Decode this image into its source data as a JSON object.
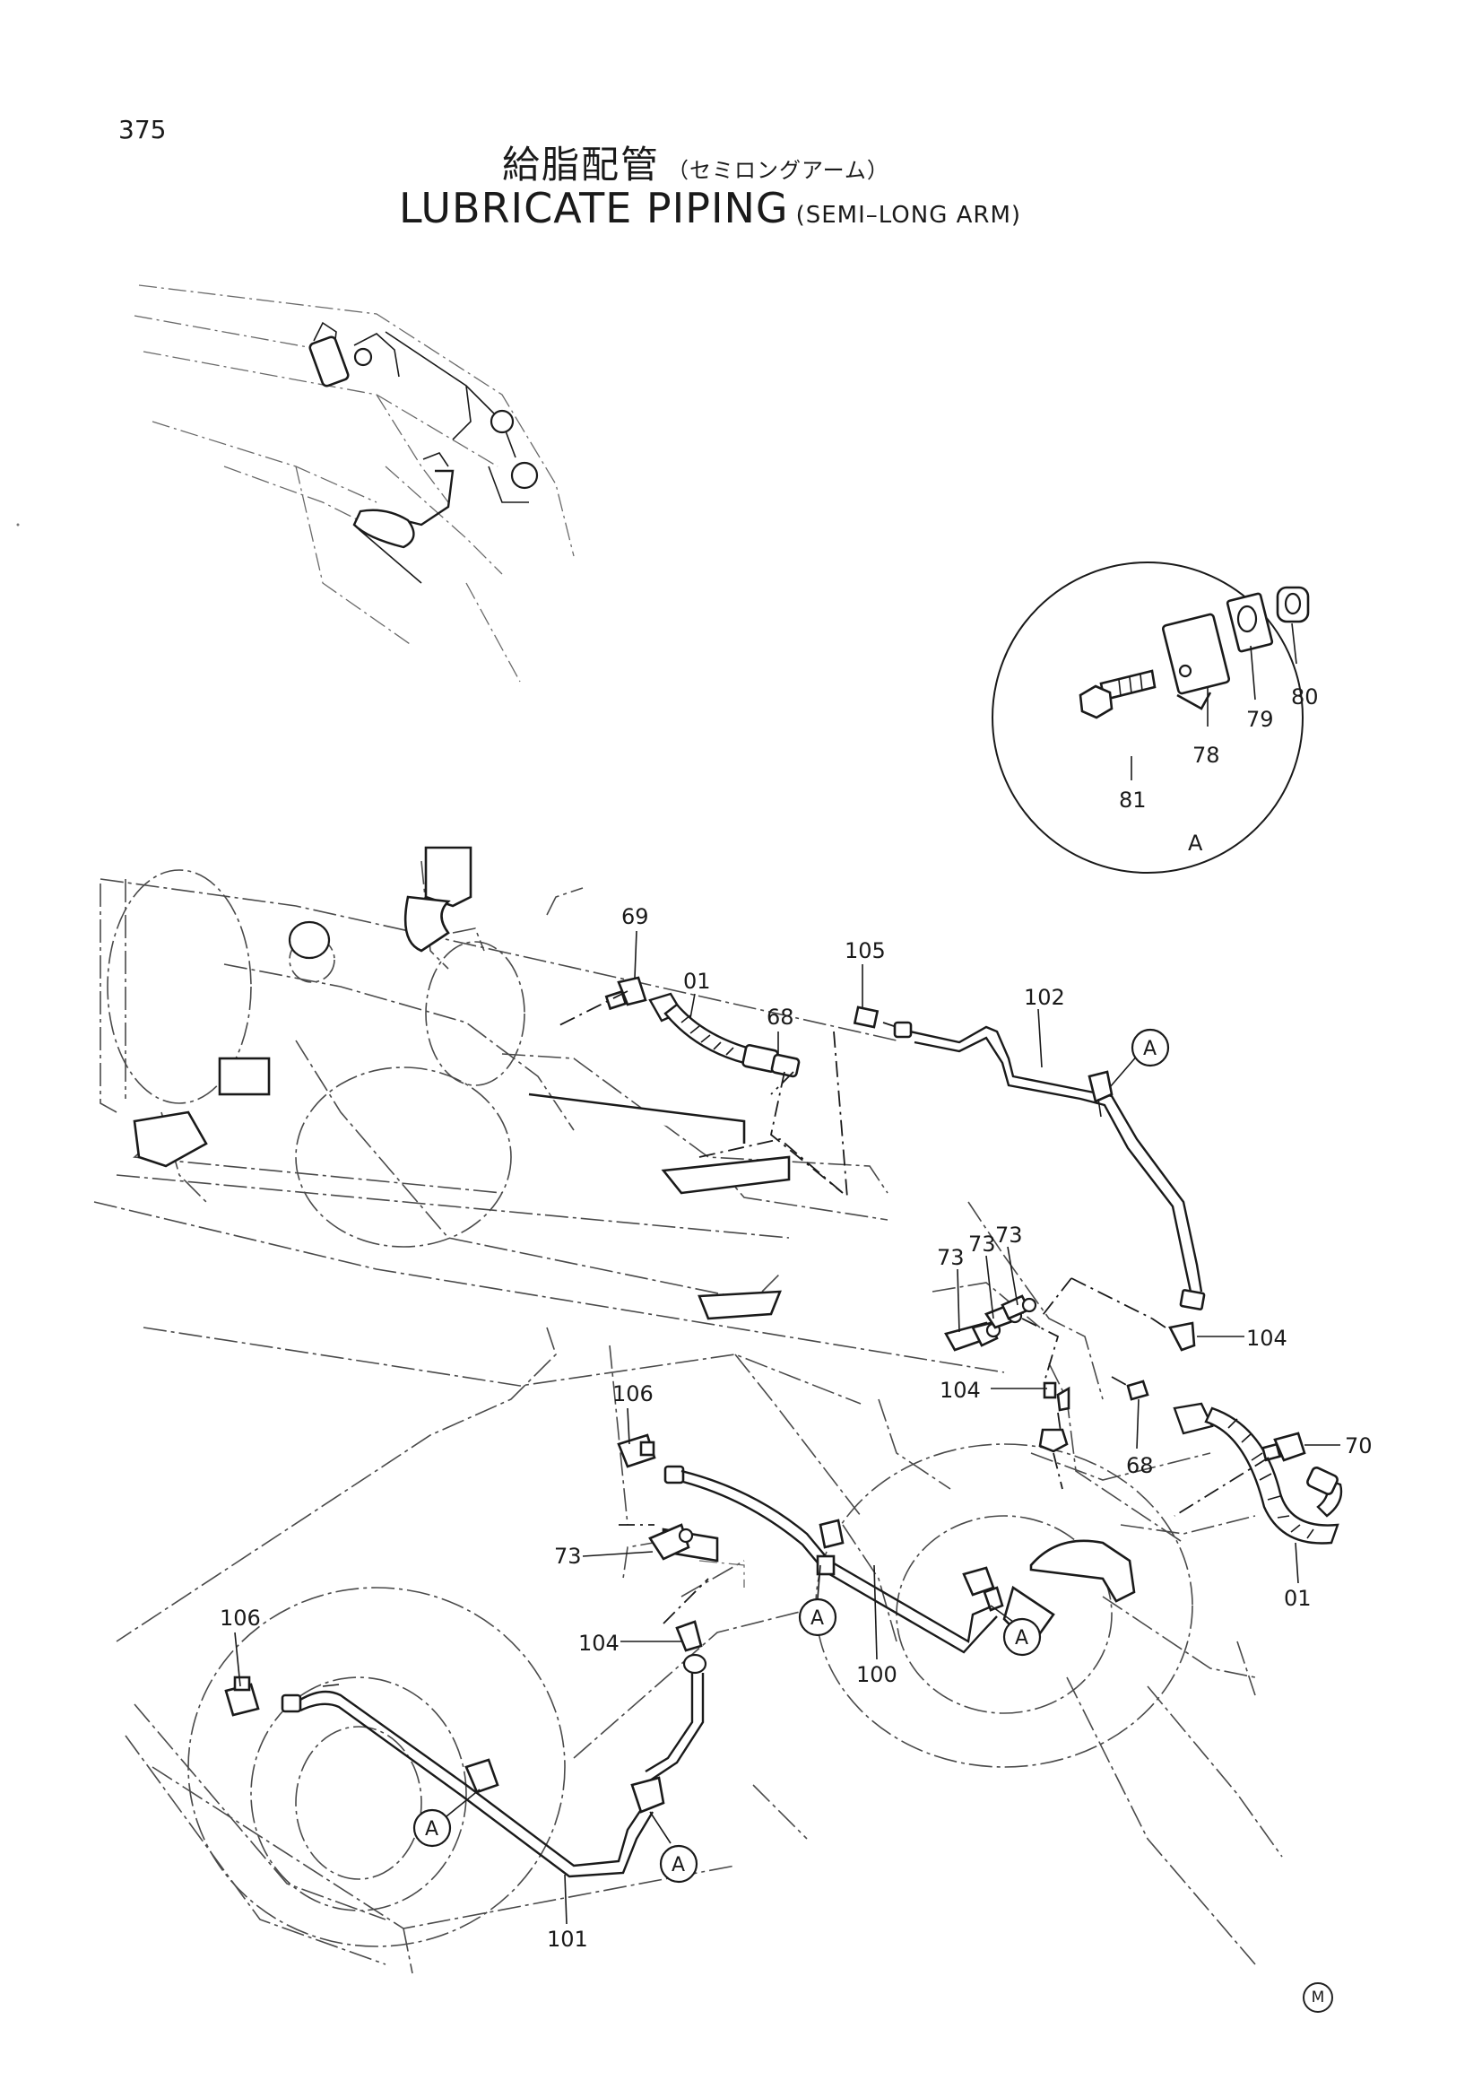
{
  "page": {
    "number": "375",
    "title_ja": "給脂配管",
    "title_ja_sub": "（セミロングアーム）",
    "title_en": "LUBRICATE PIPING",
    "title_en_sub": "(SEMI–LONG ARM)",
    "mark": "M"
  },
  "detail_view": {
    "label": "A",
    "parts": [
      "78",
      "79",
      "80",
      "81"
    ]
  },
  "callouts": {
    "p69": "69",
    "p01a": "01",
    "p68a": "68",
    "p105": "105",
    "p102": "102",
    "p73a": "73",
    "p73b": "73",
    "p73c": "73",
    "p104a": "104",
    "p104b": "104",
    "p68b": "68",
    "p70": "70",
    "p01b": "01",
    "p106a": "106",
    "p73d": "73",
    "p104c": "104",
    "p100": "100",
    "p106b": "106",
    "p101": "101"
  },
  "clamp_ref": "A"
}
